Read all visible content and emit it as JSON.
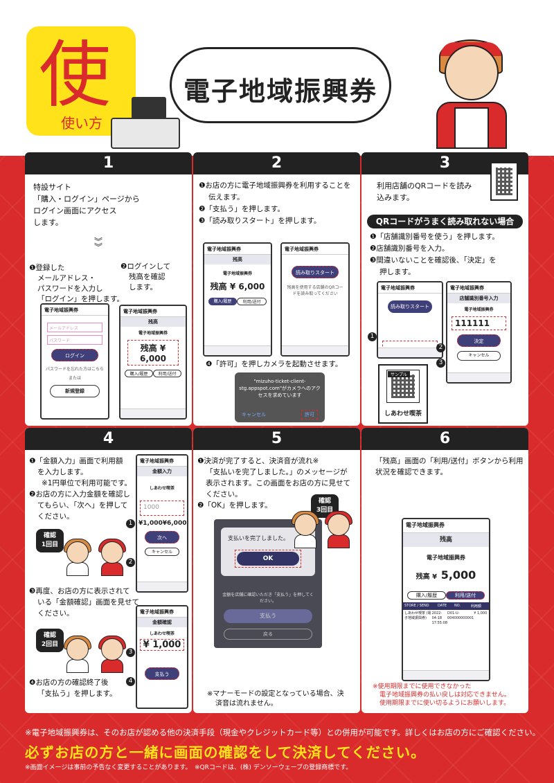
{
  "header": {
    "badge_big": "使",
    "badge_small": "使い方",
    "title": "電子地域振興券"
  },
  "step1": {
    "num": "1",
    "intro": [
      "特設サイト",
      "「購入・ログイン」ページから",
      "ログイン画面にアクセス",
      "します。"
    ],
    "a_lines": [
      "❶登録した",
      "メールアドレス・",
      "パスワードを入力し",
      "「ログイン」を押します。"
    ],
    "b_lines": [
      "❷ログインして",
      "残高を確認",
      "します。"
    ],
    "phoneA": {
      "app": "電子地域振興券",
      "email_ph": "メールアドレス",
      "pw_ph": "パスワード",
      "login_btn": "ログイン",
      "forgot": "パスワードを忘れた方はこちら",
      "or": "または",
      "signup_btn": "新規登録"
    },
    "phoneB": {
      "app": "電子地域振興券",
      "section": "残高",
      "ticket": "電子地域振興券",
      "amount": "残高 ¥ 6,000",
      "tab1": "購入/履歴",
      "tab2": "利用/送付"
    }
  },
  "step2": {
    "num": "2",
    "lines": [
      "❶お店の方に電子地域振興券を利用することを",
      "伝えます。",
      "❷「支払う」を押します。",
      "❸「読み取りスタート」を押します。"
    ],
    "note4": "❹「許可」を押しカメラを起動させます。",
    "phoneA": {
      "app": "電子地域振興券",
      "section": "残高",
      "ticket": "電子地域振興券",
      "amount": "残高 ¥ 6,000",
      "tab1": "購入/履歴",
      "tab2": "利用/送付"
    },
    "phoneB": {
      "app": "電子地域振興券",
      "scan_btn": "読み取りスタート",
      "desc": "残高を使用する店舗のQRコードを読み取ってください"
    },
    "dialog": {
      "msg": "\"mizuho-ticket-client-stg.appspot.com\"がカメラへのアクセスを求めています",
      "cancel": "キャンセル",
      "allow": "許可"
    }
  },
  "step3": {
    "num": "3",
    "lines": [
      "利用店舗のQRコードを読み",
      "込みます。"
    ],
    "subhead": "QRコードがうまく読み取れない場合",
    "sub_lines": [
      "❶「店舗識別番号を使う」を押します。",
      "❷店舗識別番号を入力。",
      "❸間違いないことを確認後、「決定」を",
      "押します。"
    ],
    "phoneA": {
      "app": "電子地域振興券",
      "scan_btn": "読み取りスタート"
    },
    "phoneB": {
      "app": "電子地域振興券",
      "section": "店舗識別番号入力",
      "ticket": "電子地域振興券",
      "code": "111111",
      "decide": "決定",
      "cancel": "キャンセル"
    },
    "sample": "サンプル",
    "shop_name": "しあわせ喫茶"
  },
  "step4": {
    "num": "4",
    "lines": [
      "❶「金額入力」画面で利用額",
      "を入力します。",
      "※1円単位で利用可能です。",
      "❷お店の方に入力金額を確認し",
      "てもらい、「次へ」を押して",
      "ください。"
    ],
    "lines2": [
      "❸再度、お店の方に表示されて",
      "いる「金額確認」画面を見せて",
      "ください。"
    ],
    "lines3": [
      "❹お店の方の確認終了後",
      "「支払う」を押します。"
    ],
    "check1": [
      "確認",
      "1回目"
    ],
    "check2": [
      "確認",
      "2回目"
    ],
    "phoneA": {
      "app": "電子地域振興券",
      "section": "金額入力",
      "shop": "しあわせ喫茶",
      "input": "1000",
      "val1": "¥1,000",
      "val2": "¥6,000",
      "next": "次へ",
      "cancel": "キャンセル"
    },
    "phoneB": {
      "app": "電子地域振興券",
      "section": "金額確認",
      "shop": "しあわせ喫茶",
      "amount": "¥ 1,000",
      "pay": "支払う"
    }
  },
  "step5": {
    "num": "5",
    "lines": [
      "❶決済が完了すると、決済音が流れ※",
      "「支払いを完了しました。」のメッセージが",
      "表示されます。この画面をお店の方に見せて",
      "ください。",
      "❷「OK」を押します。"
    ],
    "check3": [
      "確認",
      "3回目"
    ],
    "dialog_msg": "支払いを完了しました。",
    "ok": "OK",
    "bg_msg": "金額を店舗に確認いただき「支払う」を押してください。",
    "pay_btn": "支払う",
    "back_btn": "戻る",
    "note": [
      "※マナーモードの設定となっている場合、決",
      "済音は流れません。"
    ]
  },
  "step6": {
    "num": "6",
    "lines": [
      "「残高」画面の「利用/送付」ボタンから利用",
      "状況を確認できます。"
    ],
    "phone": {
      "app": "電子地域振興券",
      "section": "残高",
      "ticket": "電子地域振興券",
      "amount_label": "残高 ¥",
      "amount": "5,000",
      "tab1": "購入/履歴",
      "tab2": "利用/送付",
      "col1": "STORE / SEND",
      "col2": "DATE",
      "col3": "NO.",
      "col4": "利用額",
      "row_shop": "しあわせ喫茶 (電子地域振興券)",
      "row_date": "2022-04-18 17:55:08",
      "row_no": "D01-U-004000000001",
      "row_amt": "¥ 1,000"
    },
    "note": [
      "※使用期限までに使用できなかった",
      "電子地域振興券の払い戻しは対応できません。",
      "使用期限までに使い切るようにお願いします。"
    ]
  },
  "footer": {
    "line1": "※電子地域振興券は、そのお店が認める他の決済手段（現金やクレジットカード等）との併用が可能です。詳しくはお店の方にご確認ください。",
    "line2": "必ずお店の方と一緒に画面の確認をして決済してください。",
    "line3": "※画面イメージは事前の予告なく変更することがあります。　※QRコードは、(株) デンソーウェーブの登録商標です。"
  }
}
